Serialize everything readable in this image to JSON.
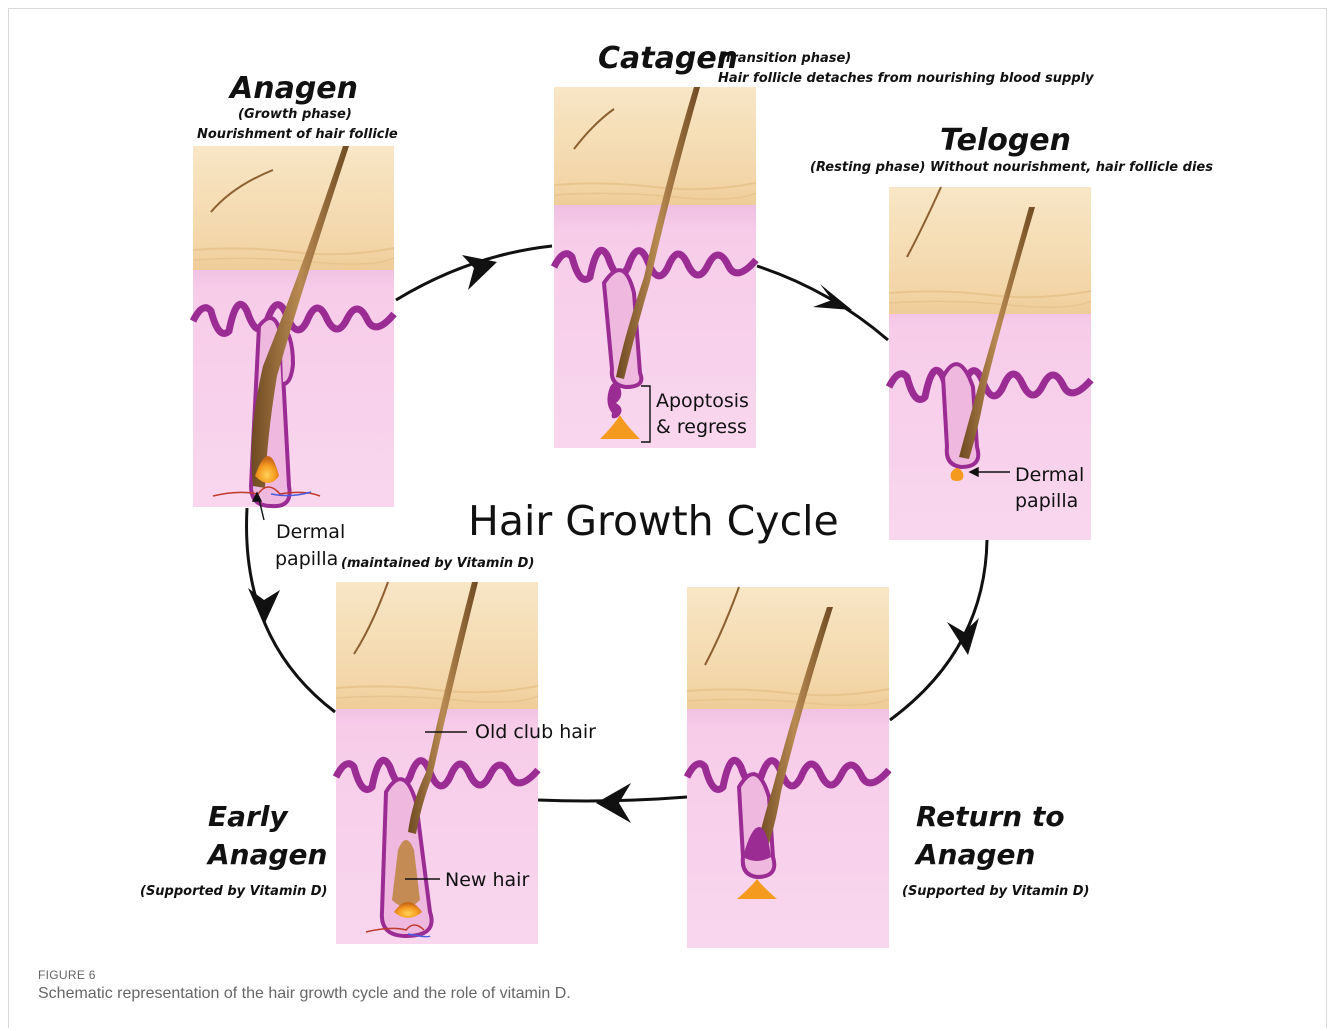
{
  "title": "Hair Growth Cycle",
  "phases": {
    "anagen": {
      "title": "Anagen",
      "sub1": "(Growth phase)",
      "sub2": "Nourishment of hair follicle"
    },
    "catagen": {
      "title": "Catagen",
      "sub1": "(Transition phase)",
      "sub2": "Hair follicle detaches from nourishing blood supply"
    },
    "telogen": {
      "title": "Telogen",
      "sub1": "(Resting phase) Without nourishment, hair follicle dies"
    },
    "return_anagen": {
      "title1": "Return to",
      "title2": "Anagen",
      "sub1": "(Supported by Vitamin D)"
    },
    "early_anagen": {
      "title1": "Early",
      "title2": "Anagen",
      "sub1": "(Supported by Vitamin D)"
    }
  },
  "labels": {
    "anagen_papilla1": "Dermal",
    "anagen_papilla2": "papilla",
    "anagen_papilla_note": "(maintained by Vitamin D)",
    "apoptosis1": "Apoptosis",
    "apoptosis2": "& regress",
    "telogen_papilla1": "Dermal",
    "telogen_papilla2": "papilla",
    "old_club_hair": "Old club hair",
    "new_hair": "New hair"
  },
  "caption": {
    "label": "FIGURE 6",
    "text": "Schematic representation of the hair growth cycle and the role of vitamin D."
  },
  "colors": {
    "epidermis": "#f4dcaf",
    "dermis_top": "#dca3cf",
    "dermis_bottom": "#f7cce9",
    "follicle": "#9b2c93",
    "hair": "#8b6031",
    "papilla": "#f49a1e"
  }
}
